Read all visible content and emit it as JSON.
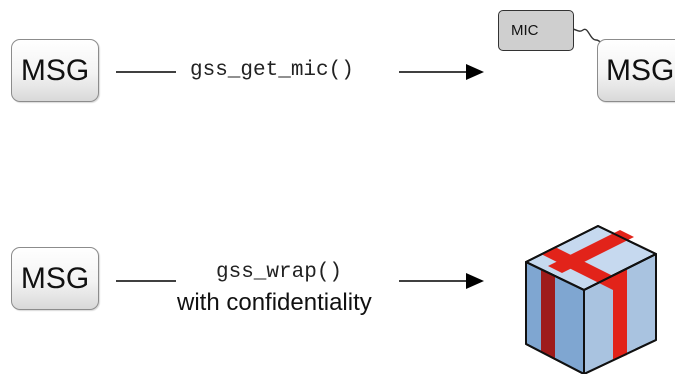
{
  "row_mic": {
    "input_label": "MSG",
    "function_label": "gss_get_mic()",
    "tag_label": "MIC",
    "output_label": "MSG"
  },
  "row_wrap": {
    "input_label": "MSG",
    "function_label": "gss_wrap()",
    "function_sublabel": "with confidentiality",
    "output_icon": "wrapped-gift-box-icon"
  },
  "colors": {
    "arrow": "#000000",
    "box_front": "#7fa6d1",
    "box_top": "#c6d9ef",
    "box_side": "#a9c3e0",
    "ribbon": "#e2231a",
    "ribbon_dark": "#9e1b1b"
  }
}
